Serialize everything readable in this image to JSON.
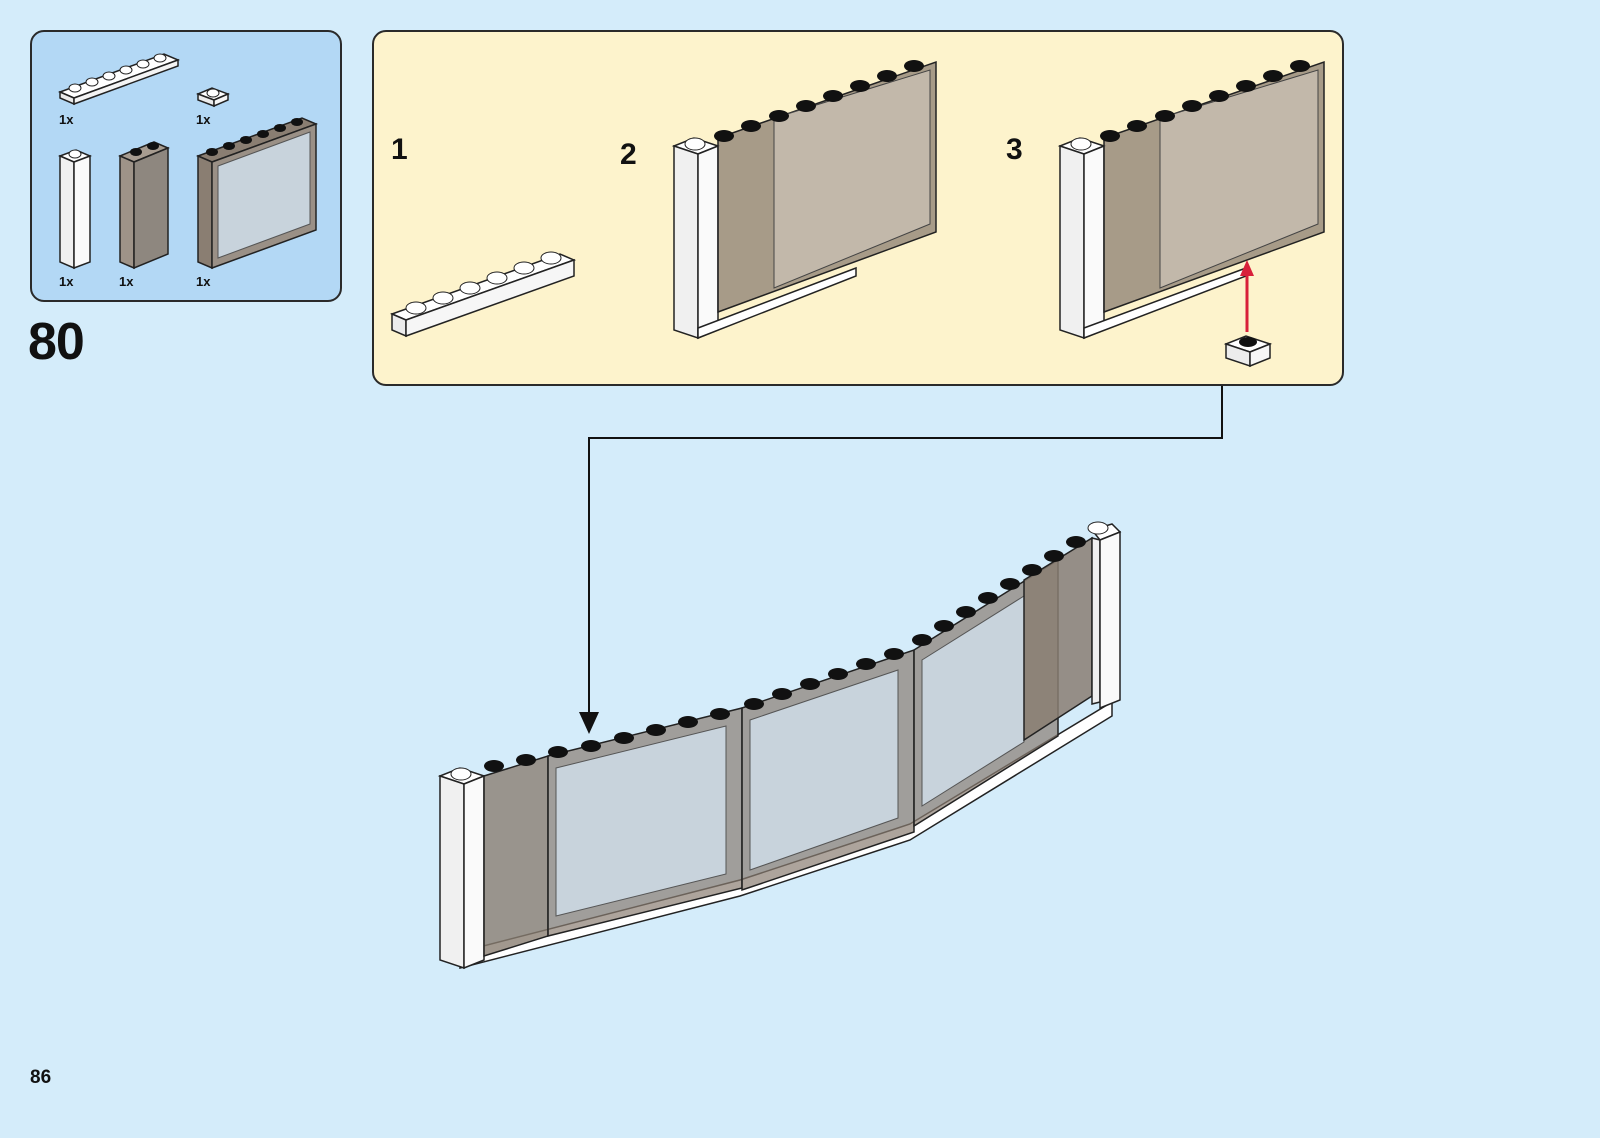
{
  "parts_list": {
    "items": [
      {
        "part": "plate-1x6-white",
        "quantity": "1x"
      },
      {
        "part": "plate-1x1-white",
        "quantity": "1x"
      },
      {
        "part": "brick-1x1x5-white",
        "quantity": "1x"
      },
      {
        "part": "panel-1x2x5-trans-brown",
        "quantity": "1x"
      },
      {
        "part": "window-1x6x5-trans-clear",
        "quantity": "1x"
      }
    ]
  },
  "step": {
    "number": "80"
  },
  "sub_assembly": {
    "steps": [
      {
        "number": "1"
      },
      {
        "number": "2"
      },
      {
        "number": "3"
      }
    ]
  },
  "page": {
    "number": "86"
  },
  "colors": {
    "page_background": "#d4ecfa",
    "parts_box": "#b3d8f5",
    "sub_assembly_box": "#fdf3cc",
    "placement_arrow": "#d8203a",
    "trans_brown": "#8a7e72",
    "trans_clear": "#c8d3dc"
  }
}
